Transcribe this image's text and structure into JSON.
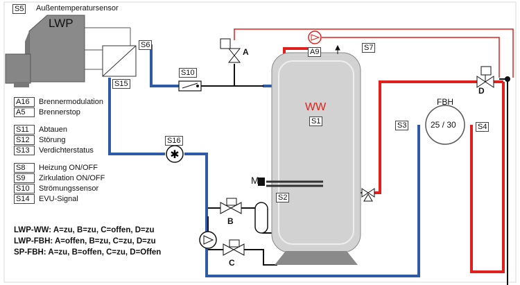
{
  "top_tag": "S5",
  "top_label": "Außentemperatursensor",
  "lwp_label": "LWP",
  "ww_label": "WW",
  "fbh_label": "FBH",
  "fbh_value": "25 / 30",
  "m_label": "M",
  "valves": {
    "a": "A",
    "b": "B",
    "c": "C",
    "d": "D"
  },
  "sensors": {
    "s1": "S1",
    "s2": "S2",
    "s3": "S3",
    "s4": "S4",
    "s6": "S6",
    "s7": "S7",
    "s10": "S10",
    "s15": "S15",
    "s16": "S16",
    "a9": "A9"
  },
  "legend": [
    {
      "code": "A16",
      "text": "Brennermodulation"
    },
    {
      "code": "A5",
      "text": "Brennerstop"
    },
    {
      "code": "S11",
      "text": "Abtauen"
    },
    {
      "code": "S12",
      "text": "Störung"
    },
    {
      "code": "S13",
      "text": "Verdichterstatus"
    },
    {
      "code": "S8",
      "text": "Heizung ON/OFF"
    },
    {
      "code": "S9",
      "text": "Zirkulation ON/OFF"
    },
    {
      "code": "S10",
      "text": "Strömungssensor"
    },
    {
      "code": "S14",
      "text": "EVU-Signal"
    }
  ],
  "modes": [
    "LWP-WW: A=zu, B=zu, C=offen, D=zu",
    "LWP-FBH: A=offen, B=zu, C=zu, D=zu",
    "SP-FBH: A=zu, B=offen, C=zu, D=Offen"
  ],
  "colors": {
    "hot": "#e0201c",
    "cold": "#2f5aa8",
    "line": "#111111"
  }
}
